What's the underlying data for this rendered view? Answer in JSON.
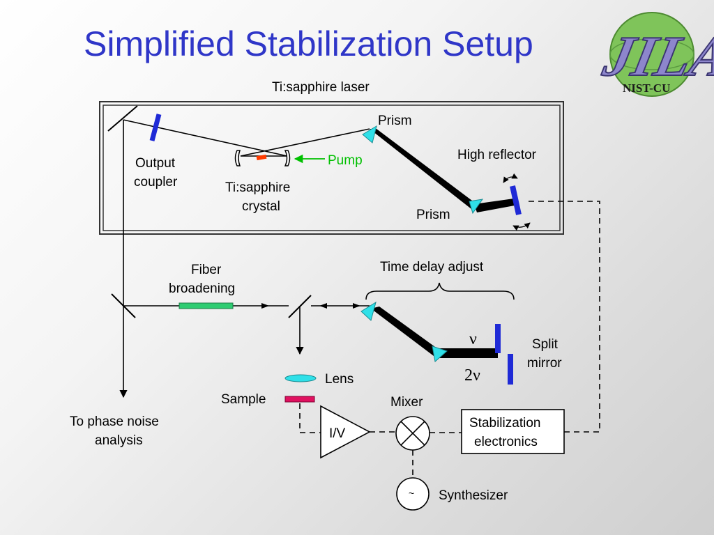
{
  "title": "Simplified Stabilization Setup",
  "logo": {
    "name": "JILA",
    "sub": "NIST-CU"
  },
  "labels": {
    "laser": "Ti:sapphire laser",
    "prism_top": "Prism",
    "high_reflector": "High reflector",
    "output_coupler_1": "Output",
    "output_coupler_2": "coupler",
    "pump": "Pump",
    "crystal_1": "Ti:sapphire",
    "crystal_2": "crystal",
    "prism_bottom": "Prism",
    "fiber_1": "Fiber",
    "fiber_2": "broadening",
    "time_delay": "Time delay adjust",
    "nu": "ν",
    "two_nu": "2ν",
    "split_1": "Split",
    "split_2": "mirror",
    "lens": "Lens",
    "sample": "Sample",
    "mixer": "Mixer",
    "iv": "I/V",
    "stab_1": "Stabilization",
    "stab_2": "electronics",
    "phase_1": "To phase noise",
    "phase_2": "analysis",
    "synth_symbol": "~",
    "synthesizer": "Synthesizer"
  },
  "colors": {
    "title": "#2f36c8",
    "mirror": "#1f2ad6",
    "prism": "#2fe0e8",
    "pump": "#00c000",
    "crystal": "#ff3b00",
    "fiber": "#2ecc71",
    "lens": "#2fe0e8",
    "sample": "#e0115f",
    "logo_circle": "#7fc45a",
    "logo_letters": "#8d86cc"
  }
}
